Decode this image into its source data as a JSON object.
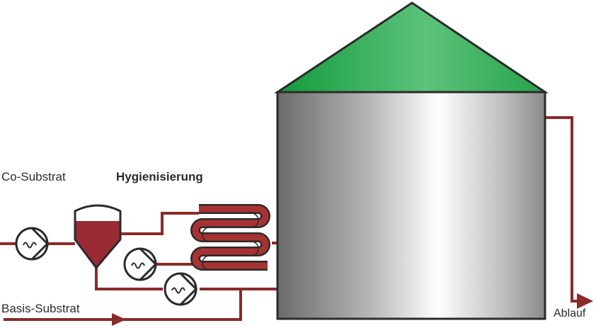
{
  "labels": {
    "co_substrate": "Co-Substrat",
    "hygienization": "Hygienisierung",
    "base_substrate": "Basis-Substrat",
    "outflow": "Ablauf"
  },
  "colors": {
    "pipe": "#8b2a2a",
    "tank_fill": "#9a2b35",
    "roof": "#2fa95a",
    "silo_gray": "#9a9a9a",
    "outline": "#2b2b2b"
  },
  "icons": [
    "pump-icon",
    "heat-exchanger-icon",
    "hygienization-tank-icon",
    "digester-silo-icon",
    "flow-arrow-icon"
  ]
}
